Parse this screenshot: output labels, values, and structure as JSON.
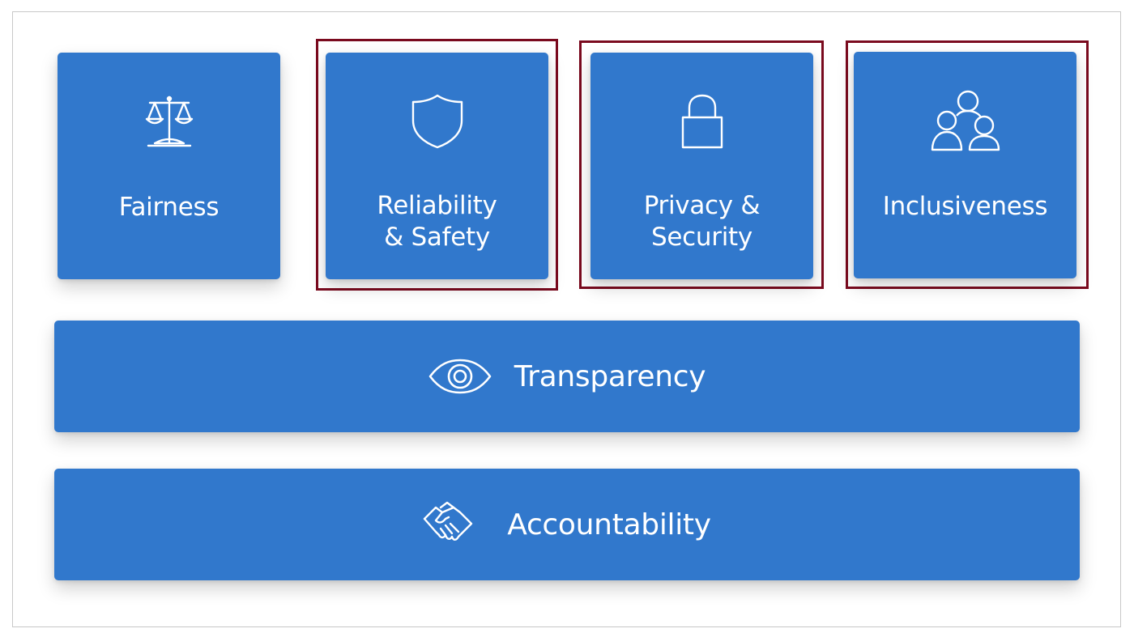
{
  "colors": {
    "tile": "#3178cc",
    "highlight": "#7a0a1e",
    "text": "#ffffff"
  },
  "tiles": [
    {
      "icon": "scales-icon",
      "label": "Fairness",
      "highlighted": false
    },
    {
      "icon": "shield-icon",
      "label": "Reliability\n& Safety",
      "highlighted": true
    },
    {
      "icon": "padlock-icon",
      "label": "Privacy &\nSecurity",
      "highlighted": true
    },
    {
      "icon": "people-group-icon",
      "label": "Inclusiveness",
      "highlighted": true
    }
  ],
  "bars": [
    {
      "icon": "eye-icon",
      "label": "Transparency"
    },
    {
      "icon": "handshake-icon",
      "label": "Accountability"
    }
  ]
}
